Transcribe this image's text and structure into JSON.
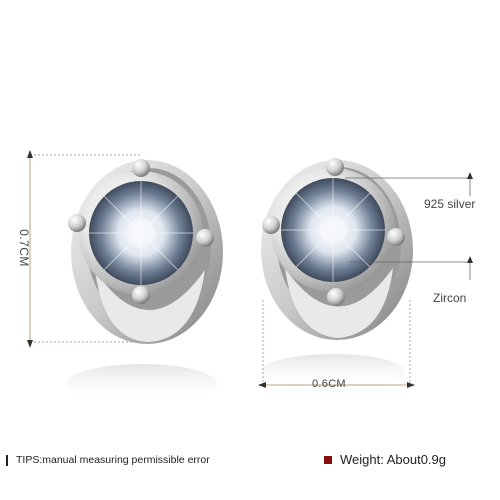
{
  "dimensions": {
    "height": "0.7CM",
    "width": "0.6CM"
  },
  "callouts": {
    "material": "925 silver",
    "stone": "Zircon"
  },
  "tips": "TIPS:manual measuring permissible error",
  "weight": "Weight:  About0.9g",
  "colors": {
    "silver": "#c8c8c8",
    "dimension_line": "#bba08a",
    "weight_marker": "#8a0b0b"
  },
  "icons": [
    "earring-left",
    "earring-right",
    "weight-marker"
  ]
}
